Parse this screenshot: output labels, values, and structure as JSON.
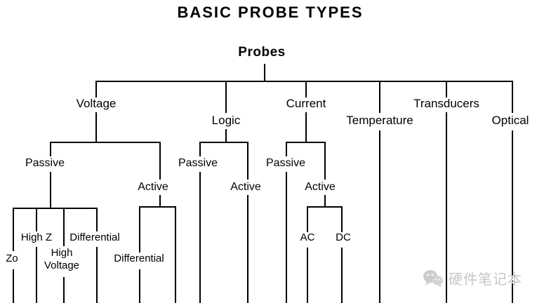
{
  "page_title": "BASIC PROBE TYPES",
  "tree": {
    "root_label": "Probes",
    "branches": [
      {
        "label": "Voltage",
        "children": [
          {
            "label": "Passive",
            "children": [
              {
                "label": "Zo"
              },
              {
                "label": "High Z"
              },
              {
                "label": "High\nVoltage"
              },
              {
                "label": "Differential"
              }
            ]
          },
          {
            "label": "Active",
            "children": [
              {
                "label": "Differential"
              }
            ]
          }
        ]
      },
      {
        "label": "Logic",
        "children": [
          {
            "label": "Passive"
          },
          {
            "label": "Active"
          }
        ]
      },
      {
        "label": "Current",
        "children": [
          {
            "label": "Passive"
          },
          {
            "label": "Active",
            "children": [
              {
                "label": "AC"
              },
              {
                "label": "DC"
              }
            ]
          }
        ]
      },
      {
        "label": "Temperature"
      },
      {
        "label": "Transducers"
      },
      {
        "label": "Optical"
      }
    ]
  },
  "watermark": {
    "icon": "wechat-icon",
    "text": "硬件笔记本"
  },
  "colors": {
    "line": "#000000",
    "background": "#ffffff",
    "watermark": "#c6c6c6"
  }
}
